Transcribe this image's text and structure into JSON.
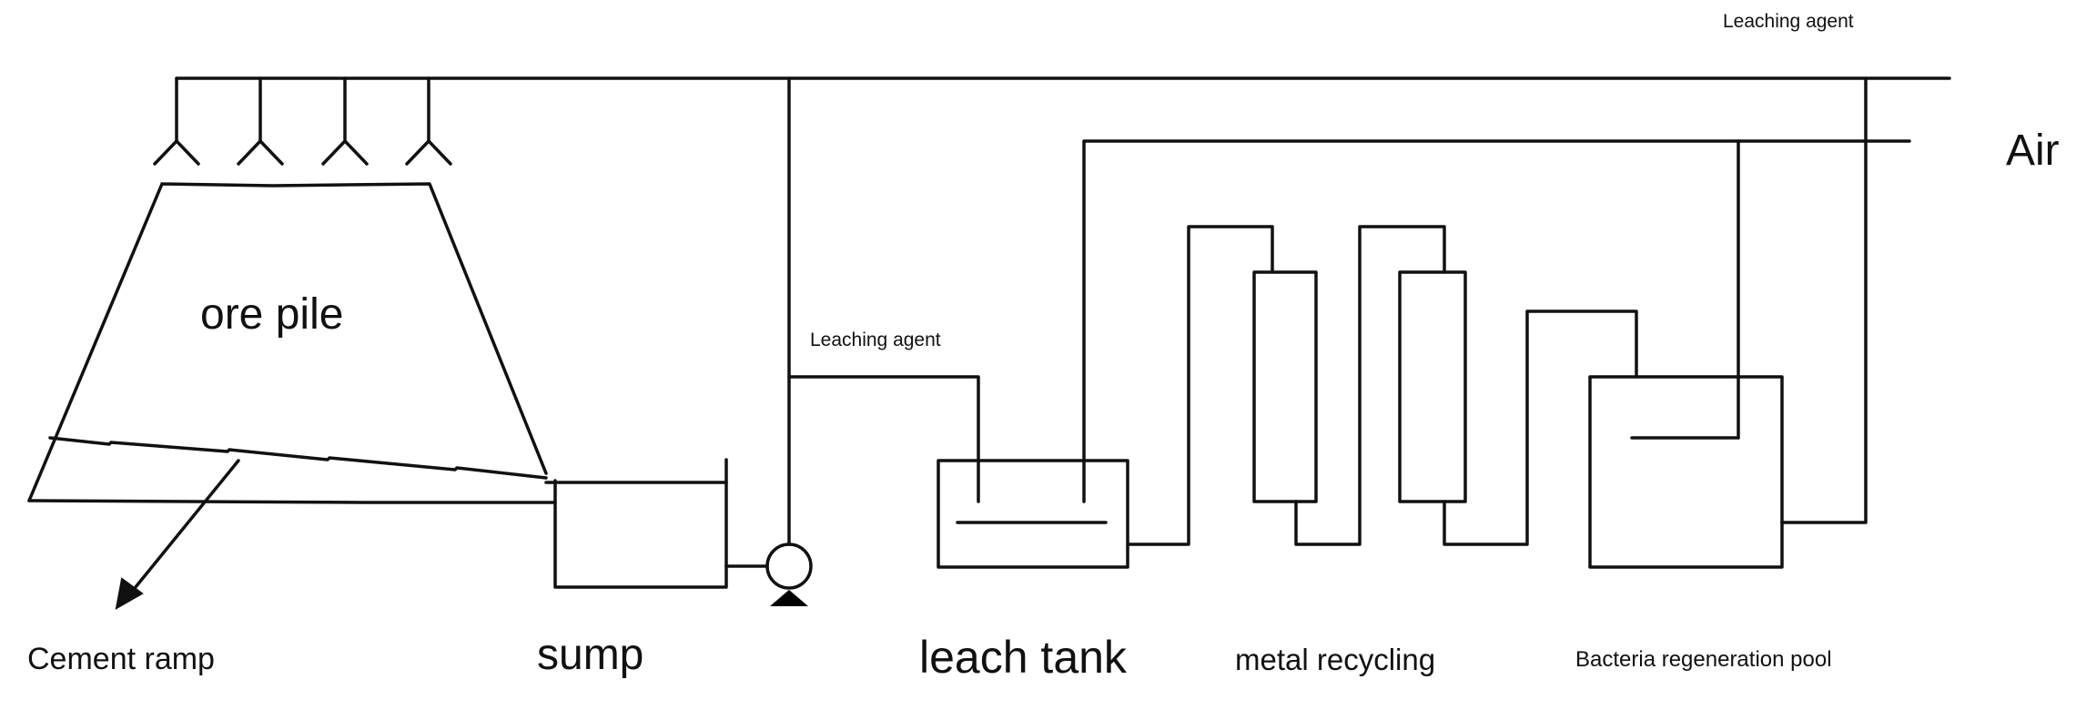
{
  "labels": {
    "leaching_agent_top": "Leaching agent",
    "air": "Air",
    "ore_pile": "ore pile",
    "leaching_agent_mid": "Leaching agent",
    "cement_ramp": "Cement ramp",
    "sump": "sump",
    "leach_tank": "leach tank",
    "metal_recycling": "metal recycling",
    "bacteria_regeneration_pool": "Bacteria regeneration pool"
  },
  "colors": {
    "line": "#111111",
    "background": "#ffffff"
  },
  "icons": [
    "sprinkler-icon",
    "pump-icon",
    "arrow-icon"
  ]
}
